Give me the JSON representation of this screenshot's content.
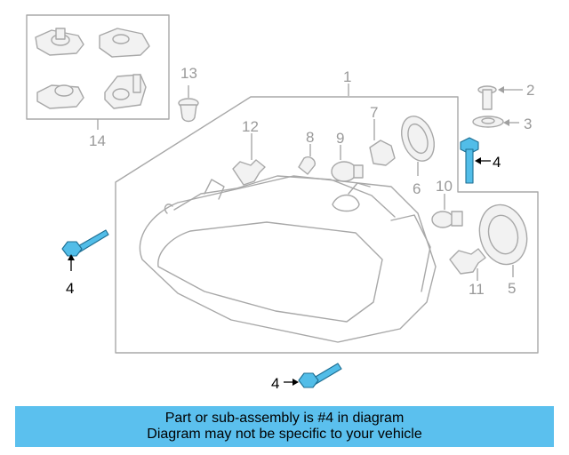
{
  "callouts": {
    "c1": "1",
    "c2": "2",
    "c3": "3",
    "c4_right": "4",
    "c4_left": "4",
    "c4_bottom": "4",
    "c5": "5",
    "c6": "6",
    "c7": "7",
    "c8": "8",
    "c9": "9",
    "c10": "10",
    "c11": "11",
    "c12": "12",
    "c13": "13",
    "c14": "14"
  },
  "banner": {
    "line1": "Part or sub-assembly is #4 in diagram",
    "line2": "Diagram may not be specific to your vehicle"
  },
  "colors": {
    "highlight_part": "#52bde8",
    "banner_background": "#5bc0ee",
    "line_art": "#a8a8a8"
  }
}
